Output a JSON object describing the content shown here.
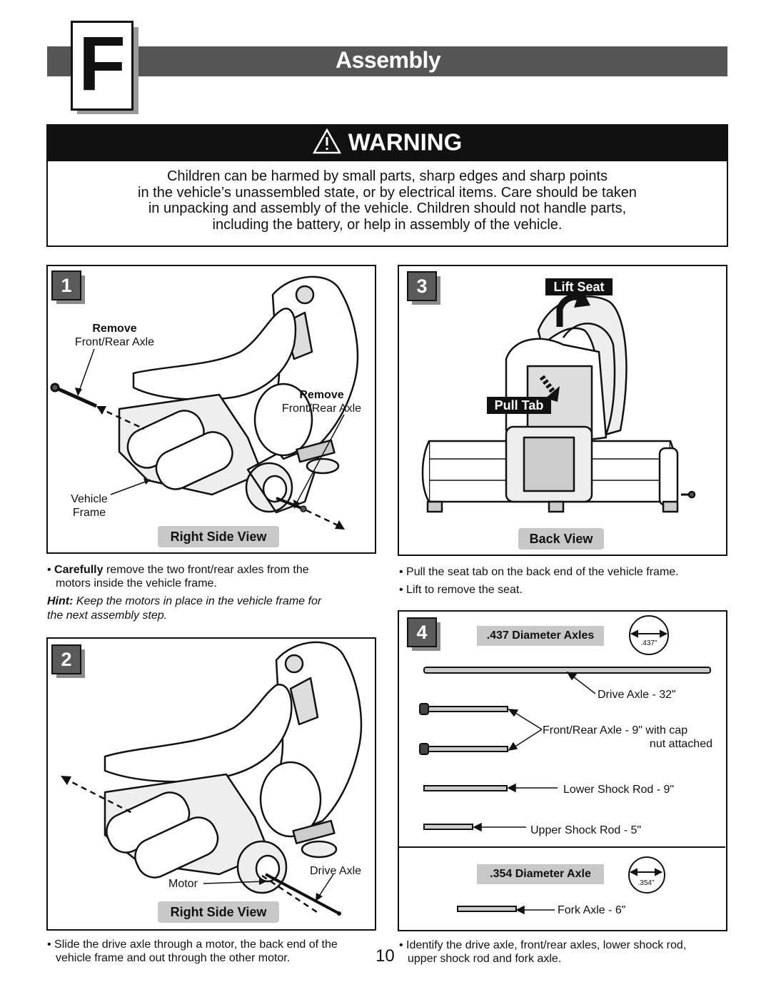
{
  "header": {
    "section_letter": "F",
    "title": "Assembly"
  },
  "warning": {
    "title": "WARNING",
    "lines": [
      "Children can be harmed by small parts, sharp edges and sharp points",
      "in the vehicle’s unassembled state, or by electrical items. Care should be taken",
      "in unpacking and assembly of the vehicle. Children should not handle parts,",
      "including the battery, or help in assembly of the vehicle."
    ]
  },
  "step1": {
    "number": "1",
    "remove_label_top": {
      "bold": "Remove",
      "text": "Front/Rear Axle"
    },
    "remove_label_mid": {
      "bold": "Remove",
      "text": "Front/Rear Axle"
    },
    "vehicle_frame_label": [
      "Vehicle",
      "Frame"
    ],
    "view_label": "Right Side View",
    "bullet_bold": "Carefully",
    "bullet_rest_1": " remove the two front/rear axles from the",
    "bullet_rest_2": "motors inside the vehicle frame.",
    "hint_bold": "Hint:",
    "hint_line1": " Keep the motors in place in the vehicle frame for",
    "hint_line2": "the next assembly step."
  },
  "step2": {
    "number": "2",
    "drive_axle_label": "Drive Axle",
    "motor_label": "Motor",
    "view_label": "Right Side View",
    "bullet_line1": "Slide the drive axle through a motor, the back end of the",
    "bullet_line2": "vehicle frame and out through the other motor."
  },
  "step3": {
    "number": "3",
    "lift_seat": "Lift Seat",
    "pull_tab": "Pull Tab",
    "view_label": "Back View",
    "bullets": [
      "Pull the seat tab on the back end of the vehicle frame.",
      "Lift to remove the seat."
    ]
  },
  "step4": {
    "number": "4",
    "section1_title": ".437 Diameter Axles",
    "gauge1": ".437\"",
    "drive_axle": "Drive Axle - 32\"",
    "front_rear_axle_1": "Front/Rear Axle - 9\" with cap",
    "front_rear_axle_2": "nut attached",
    "lower_shock": "Lower Shock Rod - 9\"",
    "upper_shock": "Upper Shock Rod - 5\"",
    "section2_title": ".354 Diameter Axle",
    "gauge2": ".354\"",
    "fork_axle": "Fork Axle - 6\"",
    "bullet_line1": "Identify the drive axle, front/rear axles, lower shock rod,",
    "bullet_line2": "upper shock rod and fork axle."
  },
  "page_number": "10"
}
